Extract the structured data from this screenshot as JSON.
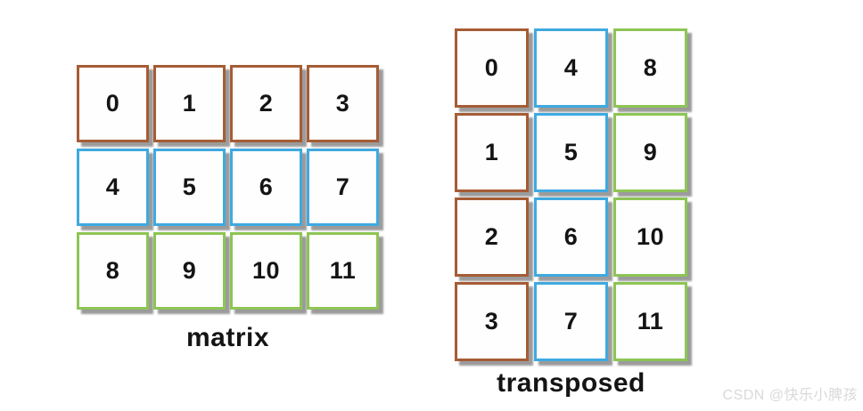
{
  "colors": {
    "row_brown": "#a65c35",
    "row_blue": "#3fa9e0",
    "row_green": "#8dc554",
    "shadow": "#9b9b9b",
    "text": "#141414",
    "watermark": "#d9d9d9"
  },
  "matrix": {
    "label": "matrix",
    "rows": 3,
    "cols": 4,
    "cells": [
      {
        "value": "0",
        "color": "brown"
      },
      {
        "value": "1",
        "color": "brown"
      },
      {
        "value": "2",
        "color": "brown"
      },
      {
        "value": "3",
        "color": "brown"
      },
      {
        "value": "4",
        "color": "blue"
      },
      {
        "value": "5",
        "color": "blue"
      },
      {
        "value": "6",
        "color": "blue"
      },
      {
        "value": "7",
        "color": "blue"
      },
      {
        "value": "8",
        "color": "green"
      },
      {
        "value": "9",
        "color": "green"
      },
      {
        "value": "10",
        "color": "green"
      },
      {
        "value": "11",
        "color": "green"
      }
    ]
  },
  "transposed": {
    "label": "transposed",
    "rows": 4,
    "cols": 3,
    "cells": [
      {
        "value": "0",
        "color": "brown"
      },
      {
        "value": "4",
        "color": "blue"
      },
      {
        "value": "8",
        "color": "green"
      },
      {
        "value": "1",
        "color": "brown"
      },
      {
        "value": "5",
        "color": "blue"
      },
      {
        "value": "9",
        "color": "green"
      },
      {
        "value": "2",
        "color": "brown"
      },
      {
        "value": "6",
        "color": "blue"
      },
      {
        "value": "10",
        "color": "green"
      },
      {
        "value": "3",
        "color": "brown"
      },
      {
        "value": "7",
        "color": "blue"
      },
      {
        "value": "11",
        "color": "green"
      }
    ]
  },
  "watermark": {
    "text": "CSDN @快乐小脾孩"
  }
}
